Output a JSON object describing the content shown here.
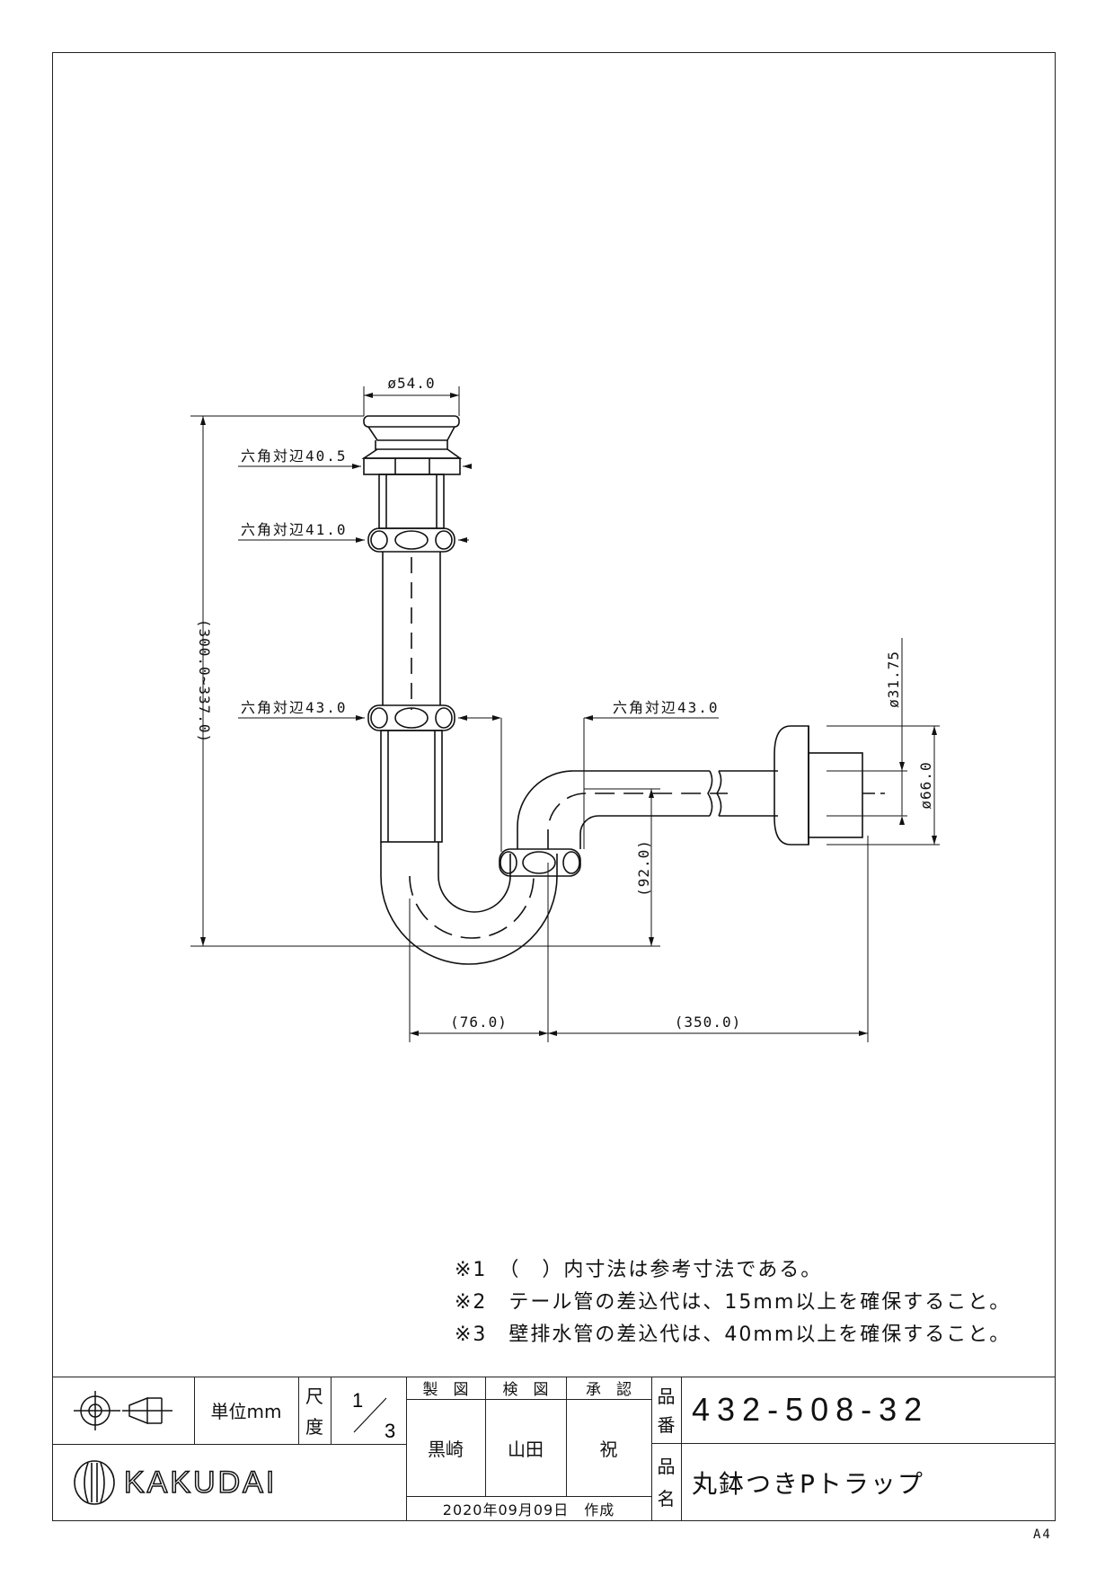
{
  "drawing": {
    "dims": {
      "d_top": "ø54.0",
      "hex1": "六角対辺40.5",
      "hex2": "六角対辺41.0",
      "hex3": "六角対辺43.0",
      "hex4": "六角対辺43.0",
      "height": "(300.0~337.0)",
      "trap_h": "(92.0)",
      "w1": "(76.0)",
      "w2": "(350.0)",
      "pipe_d": "ø31.75",
      "flange_d": "ø66.0"
    }
  },
  "notes": [
    "※1　（　）内寸法は参考寸法である。",
    "※2　テール管の差込代は、15mm以上を確保すること。",
    "※3　壁排水管の差込代は、40mm以上を確保すること。"
  ],
  "title_block": {
    "unit": "単位mm",
    "scale_label_1": "尺",
    "scale_label_2": "度",
    "scale_num": "1",
    "scale_den": "3",
    "drawn_by_label": "製　図",
    "checked_by_label": "検　図",
    "approved_by_label": "承　認",
    "drawn_by": "黒崎",
    "checked_by": "山田",
    "approved_by": "祝",
    "date": "2020年09月09日　作成",
    "part_no_label_1": "品",
    "part_no_label_2": "番",
    "part_no": "432-508-32",
    "name_label_1": "品",
    "name_label_2": "名",
    "part_name": "丸鉢つきPトラップ",
    "company": "KAKUDAI"
  },
  "sheet_size": "A4"
}
